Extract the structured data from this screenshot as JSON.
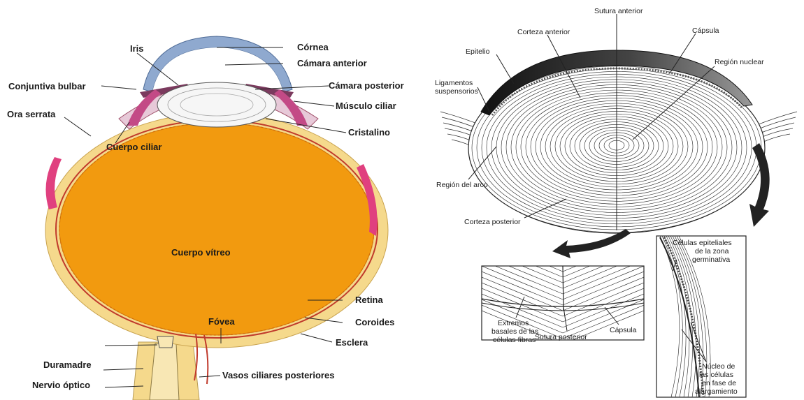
{
  "eye_diagram": {
    "labels": {
      "iris": "Iris",
      "cornea": "Córnea",
      "anterior_chamber": "Cámara anterior",
      "conjunctiva": "Conjuntiva bulbar",
      "posterior_chamber": "Cámara posterior",
      "ciliary_muscle": "Músculo ciliar",
      "ora_serrata": "Ora serrata",
      "lens": "Cristalino",
      "ciliary_body": "Cuerpo ciliar",
      "vitreous": "Cuerpo vítreo",
      "retina": "Retina",
      "choroid": "Coroides",
      "fovea": "Fóvea",
      "sclera": "Esclera",
      "dura": "Duramadre",
      "posterior_vessels": "Vasos ciliares posteriores",
      "optic_nerve": "Nervio óptico"
    },
    "colors": {
      "vitreous": "#f29a0f",
      "sclera": "#f5d98c",
      "cornea": "#8fa9cf",
      "iris_pink": "#e0407f",
      "retina_red": "#c0392b"
    }
  },
  "lens_diagram": {
    "labels": {
      "anterior_suture": "Sutura anterior",
      "anterior_cortex": "Corteza anterior",
      "capsule": "Cápsula",
      "epithelium": "Epitelio",
      "nuclear_region": "Región nuclear",
      "suspensory_1": "Ligamentos",
      "suspensory_2": "suspensorios",
      "arc_region": "Región del arco",
      "posterior_cortex": "Corteza posterior"
    }
  },
  "detail_posterior": {
    "labels": {
      "basal_1": "Extremos",
      "basal_2": "basales de las",
      "basal_3": "células fibras",
      "posterior_suture": "Sutura posterior",
      "capsule": "Cápsula"
    }
  },
  "detail_germinative": {
    "labels": {
      "epi_1": "Células epiteliales",
      "epi_2": "de la zona",
      "epi_3": "germinativa",
      "nuc_1": "Núcleo de",
      "nuc_2": "las células",
      "nuc_3": "en fase de",
      "nuc_4": "alargamiento"
    }
  }
}
